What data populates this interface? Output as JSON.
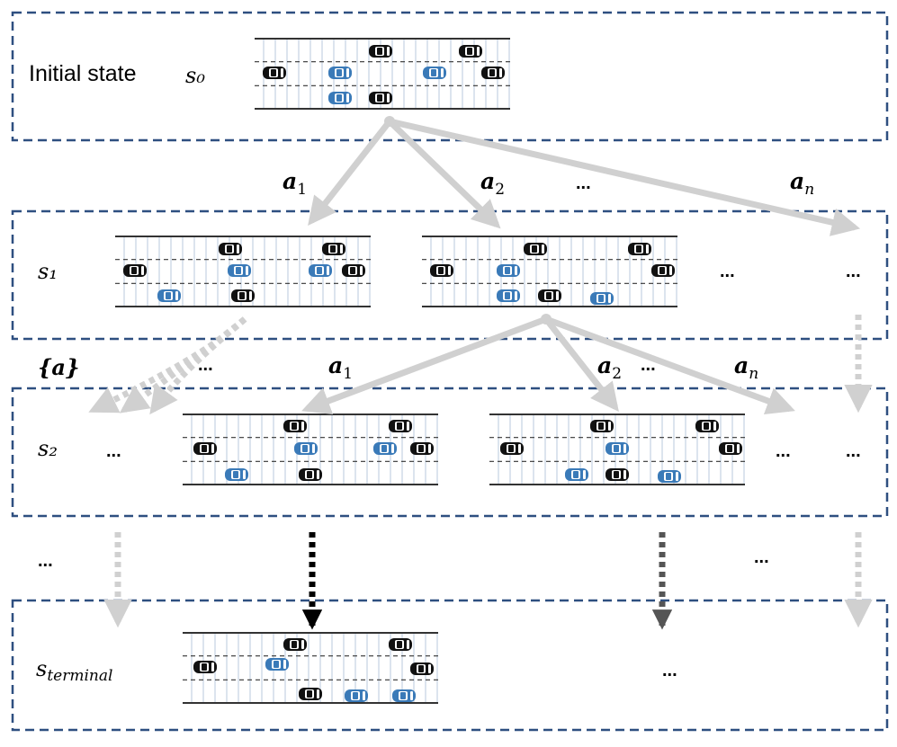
{
  "labels": {
    "initial_state": "Initial state",
    "s0": "s₀",
    "s1": "s₁",
    "s2": "s₂",
    "sterminal_base": "s",
    "sterminal_sub": "terminal",
    "action_set": "{a}"
  },
  "actions": {
    "a1_base": "a",
    "a1_sub": "1",
    "a2_base": "a",
    "a2_sub": "2",
    "an_base": "a",
    "an_sub": "n"
  },
  "ellipsis": "...",
  "colors": {
    "box_border": "#2e4f80",
    "arrow_light": "#d0d0d0",
    "arrow_dark": "#000000",
    "arrow_mid": "#555555",
    "car_black": "#111111",
    "car_blue": "#3a7ab8",
    "lane_line": "#333333",
    "grid_line": "#b8c8dc"
  },
  "icons": {
    "car": "car-icon",
    "road": "road-segment"
  }
}
